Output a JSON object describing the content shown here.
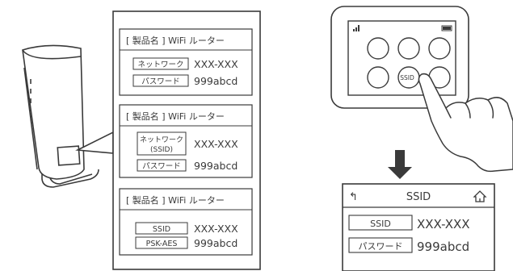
{
  "cards": [
    {
      "title": "[ 製品名 ] WiFi ルーター",
      "rows": [
        {
          "label": "ネットワーク",
          "value": "XXX-XXX"
        },
        {
          "label": "パスワード",
          "value": "999abcd"
        }
      ]
    },
    {
      "title": "[ 製品名 ] WiFi ルーター",
      "rows": [
        {
          "label_line1": "ネットワーク",
          "label_line2": "(SSID)",
          "value": "XXX-XXX"
        },
        {
          "label": "パスワード",
          "value": "999abcd"
        }
      ]
    },
    {
      "title": "[ 製品名 ] WiFi ルーター",
      "rows": [
        {
          "label": "SSID",
          "value": "XXX-XXX"
        },
        {
          "label": "PSK-AES",
          "value": "999abcd"
        }
      ]
    }
  ],
  "tablet": {
    "ssid_button": "SSID"
  },
  "screen": {
    "back_icon": "↰",
    "title": "SSID",
    "home_icon": "home-icon",
    "rows": [
      {
        "label": "SSID",
        "value": "XXX-XXX"
      },
      {
        "label": "パスワード",
        "value": "999abcd"
      }
    ]
  }
}
